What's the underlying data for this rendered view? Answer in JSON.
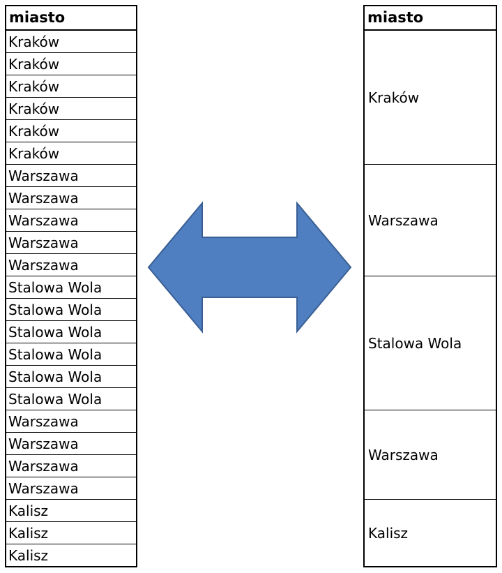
{
  "left_table": {
    "header": "miasto",
    "rows": [
      "Kraków",
      "Kraków",
      "Kraków",
      "Kraków",
      "Kraków",
      "Kraków",
      "Warszawa",
      "Warszawa",
      "Warszawa",
      "Warszawa",
      "Warszawa",
      "Stalowa Wola",
      "Stalowa Wola",
      "Stalowa Wola",
      "Stalowa Wola",
      "Stalowa Wola",
      "Stalowa Wola",
      "Warszawa",
      "Warszawa",
      "Warszawa",
      "Warszawa",
      "Kalisz",
      "Kalisz",
      "Kalisz"
    ]
  },
  "right_table": {
    "header": "miasto",
    "groups": [
      {
        "label": "Kraków",
        "row_count": 6
      },
      {
        "label": "Warszawa",
        "row_count": 5
      },
      {
        "label": "Stalowa Wola",
        "row_count": 6
      },
      {
        "label": "Warszawa",
        "row_count": 4
      },
      {
        "label": "Kalisz",
        "row_count": 3
      }
    ]
  },
  "arrow": {
    "icon": "double-headed-arrow-icon",
    "fill": "#4F7FC0",
    "stroke": "#3A5F94"
  }
}
